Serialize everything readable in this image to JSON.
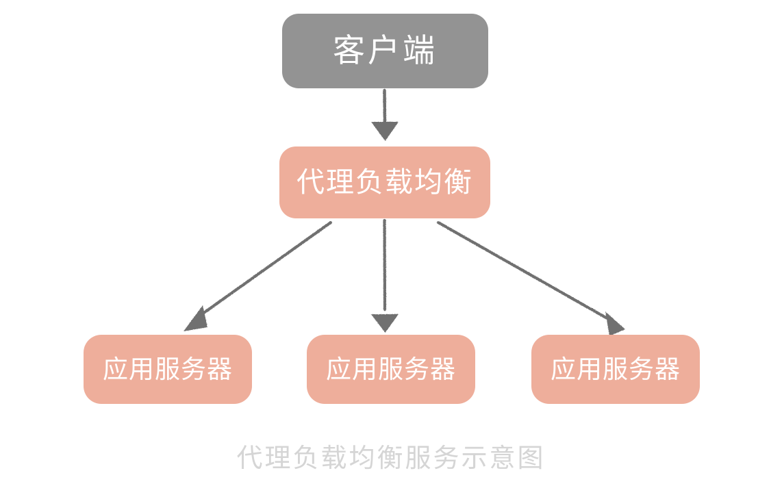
{
  "diagram": {
    "title_caption": "代理负载均衡服务示意图",
    "background_color": "#ffffff",
    "caption_color": "#d5d5d5",
    "nodes": [
      {
        "id": "client",
        "label": "客户端",
        "role": "client",
        "fill_color": "#939393",
        "text_color": "#ffffff"
      },
      {
        "id": "balancer",
        "label": "代理负载均衡",
        "role": "load-balancer",
        "fill_color": "#eeae9b",
        "text_color": "#ffffff"
      },
      {
        "id": "app-1",
        "label": "应用服务器",
        "role": "application-server",
        "fill_color": "#eeae9b",
        "text_color": "#ffffff"
      },
      {
        "id": "app-2",
        "label": "应用服务器",
        "role": "application-server",
        "fill_color": "#eeae9b",
        "text_color": "#ffffff"
      },
      {
        "id": "app-3",
        "label": "应用服务器",
        "role": "application-server",
        "fill_color": "#eeae9b",
        "text_color": "#ffffff"
      }
    ],
    "arrows": [
      {
        "id": "client-to-balancer",
        "from": "client",
        "to": "balancer",
        "color": "#6f6f6f"
      },
      {
        "id": "balancer-to-app-1",
        "from": "balancer",
        "to": "app-1",
        "color": "#6f6f6f"
      },
      {
        "id": "balancer-to-app-2",
        "from": "balancer",
        "to": "app-2",
        "color": "#6f6f6f"
      },
      {
        "id": "balancer-to-app-3",
        "from": "balancer",
        "to": "app-3",
        "color": "#6f6f6f"
      }
    ]
  }
}
